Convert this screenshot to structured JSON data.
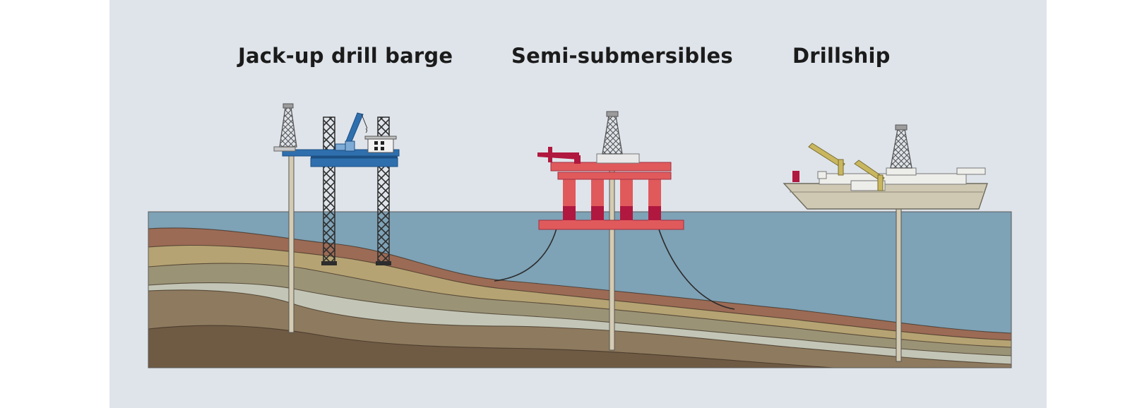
{
  "labels": {
    "jackup": "Jack-up drill barge",
    "semisub": "Semi-submersibles",
    "drillship": "Drillship"
  },
  "colors": {
    "background": "#dfe4ea",
    "water": "#7ea2b6",
    "jackup_rig": "#2f6fae",
    "semisub_rig": "#e05a5c",
    "semisub_dark": "#b0183f",
    "drillship_hull": "#cfc9b4",
    "crane_yellow": "#c9b760",
    "drill_pipe": "#d4cbb2"
  },
  "strata": [
    "#9c6b55",
    "#b6a373",
    "#9b9376",
    "#c3c6b6",
    "#8e7a5e",
    "#6f5a44"
  ]
}
